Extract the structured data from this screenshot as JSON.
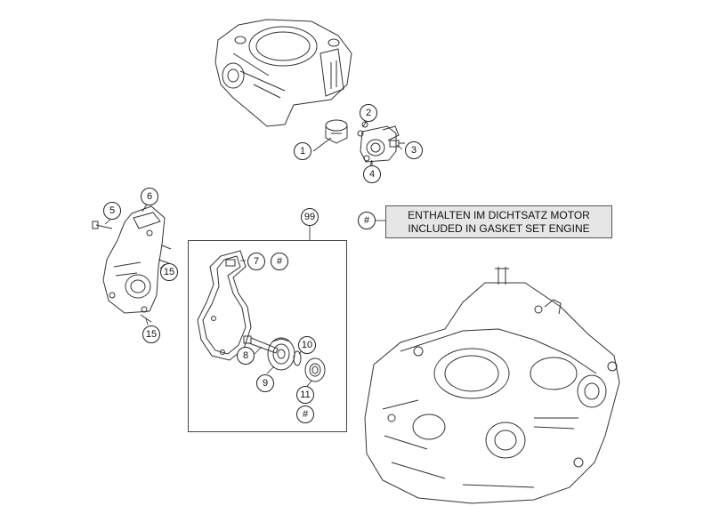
{
  "callouts": {
    "c1": "1",
    "c2": "2",
    "c3": "3",
    "c4": "4",
    "c5": "5",
    "c6": "6",
    "c7": "7",
    "c7h": "#",
    "c8": "8",
    "c9": "9",
    "c10": "10",
    "c11": "11",
    "c11h": "#",
    "c15a": "15",
    "c15b": "15",
    "c99": "99",
    "legend_hash": "#"
  },
  "legend": {
    "line1": "ENTHALTEN IM DICHTSATZ MOTOR",
    "line2": "INCLUDED IN GASKET SET ENGINE"
  },
  "colors": {
    "line": "#222222",
    "legend_fill": "#e6e6e6"
  }
}
